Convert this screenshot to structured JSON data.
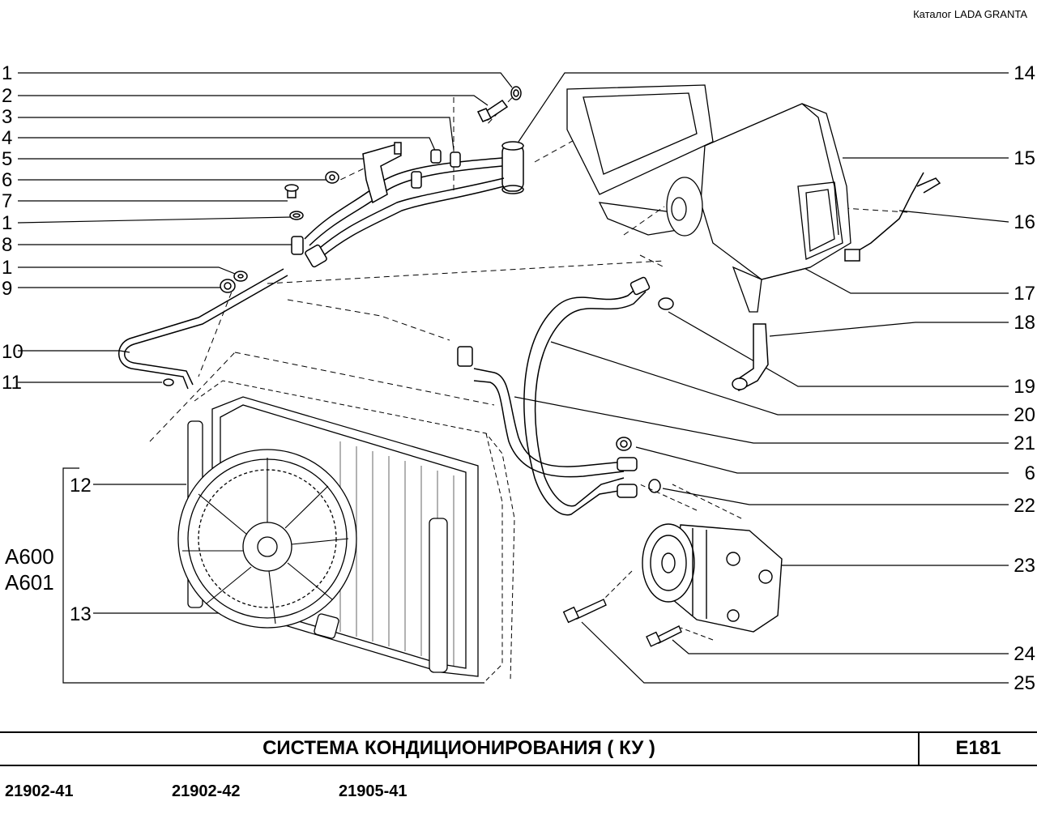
{
  "header": {
    "catalog": "Каталог  LADA  GRANTA"
  },
  "callouts_left": [
    "1",
    "2",
    "3",
    "4",
    "5",
    "6",
    "7",
    "1",
    "8",
    "1",
    "9",
    "10",
    "11",
    "12",
    "13"
  ],
  "callouts_right": [
    "14",
    "15",
    "16",
    "17",
    "18",
    "19",
    "20",
    "21",
    "6",
    "22",
    "23",
    "24",
    "25"
  ],
  "variants": [
    "A600",
    "A601"
  ],
  "footer": {
    "title": "СИСТЕМА  КОНДИЦИОНИРОВАНИЯ ( КУ )",
    "code": "E181"
  },
  "models": [
    "21902-41",
    "21902-42",
    "21905-41"
  ]
}
